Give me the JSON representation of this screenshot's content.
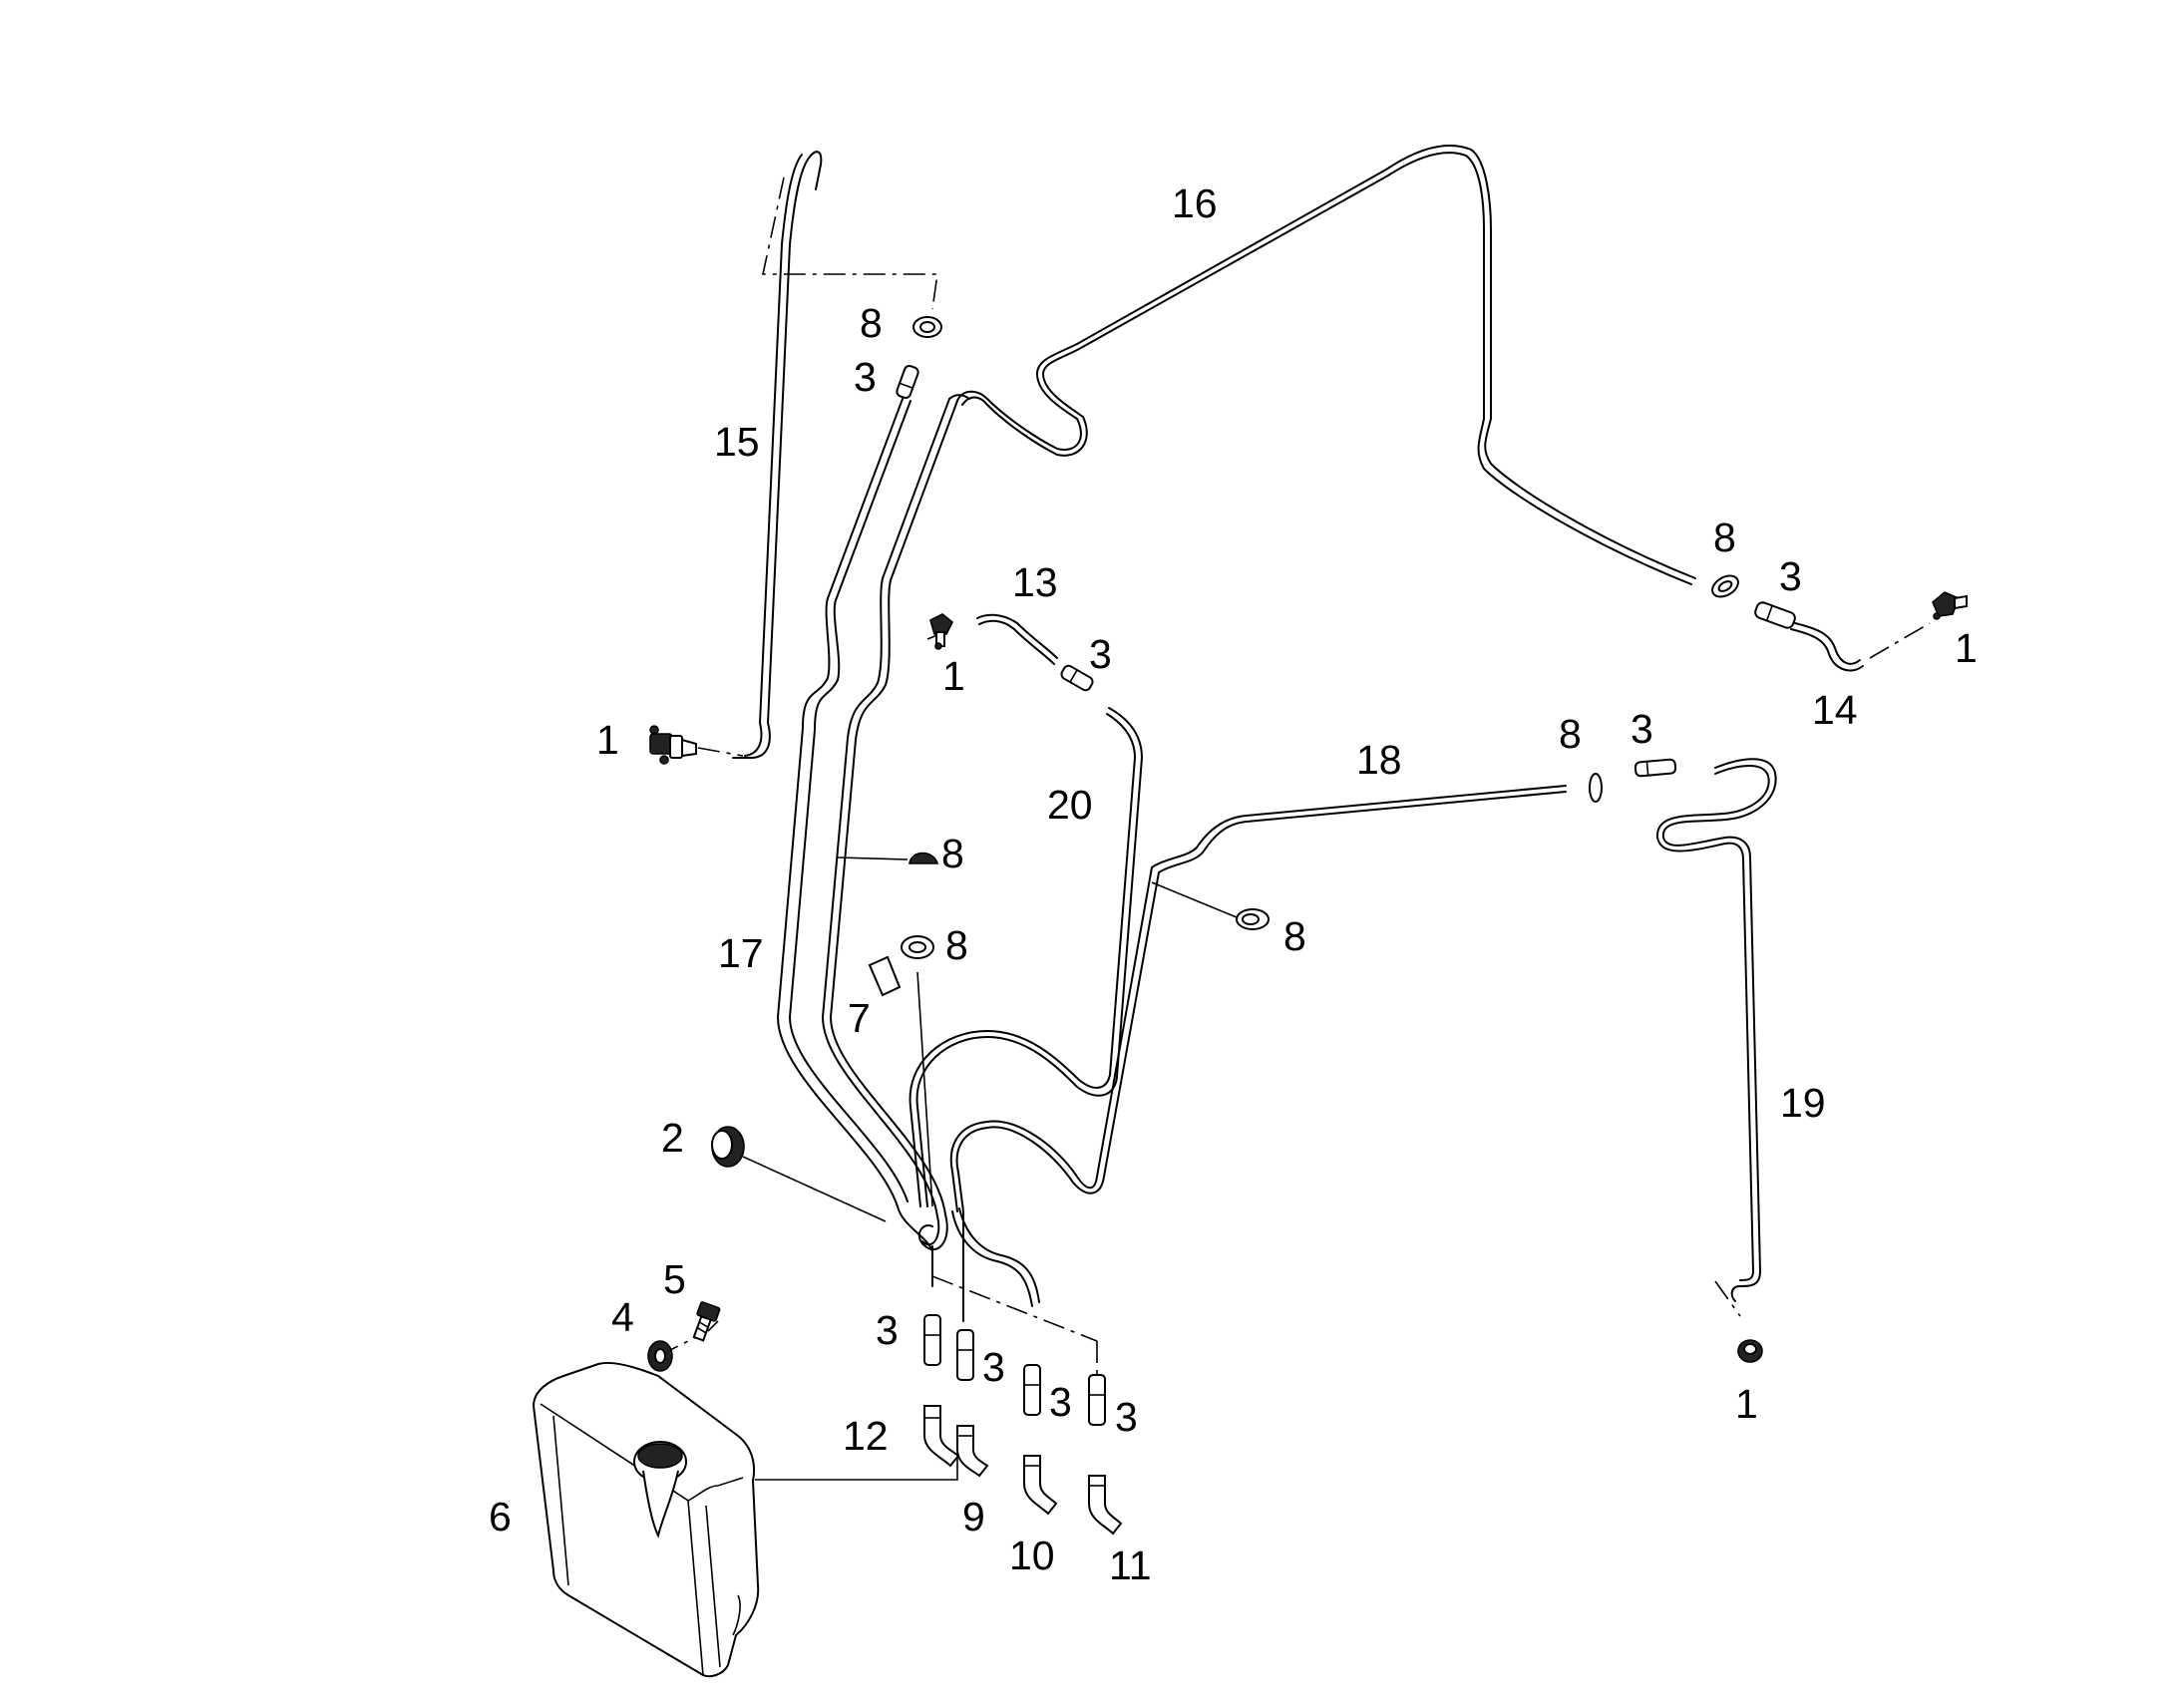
{
  "callouts": {
    "c1_left": "1",
    "c1_mid": "1",
    "c1_right": "1",
    "c1_bottom": "1",
    "c2": "2",
    "c3_top": "3",
    "c3_mid": "3",
    "c3_right": "3",
    "c3_18": "3",
    "c3_pump_a": "3",
    "c3_pump_b": "3",
    "c3_pump_c": "3",
    "c3_pump_d": "3",
    "c4": "4",
    "c5": "5",
    "c6": "6",
    "c7": "7",
    "c8_top": "8",
    "c8_right": "8",
    "c8_18": "8",
    "c8_mid_a": "8",
    "c8_mid_b": "8",
    "c8_mid_c": "8",
    "c9": "9",
    "c10": "10",
    "c11": "11",
    "c12": "12",
    "c13": "13",
    "c14": "14",
    "c15": "15",
    "c16": "16",
    "c17": "17",
    "c18": "18",
    "c19": "19",
    "c20": "20"
  },
  "icons": [
    "nozzle-icon",
    "grommet-icon",
    "connector-icon",
    "clip-icon",
    "reservoir-tank-icon",
    "pump-icon",
    "cap-icon",
    "bolt-icon",
    "washer-icon",
    "label-icon"
  ]
}
